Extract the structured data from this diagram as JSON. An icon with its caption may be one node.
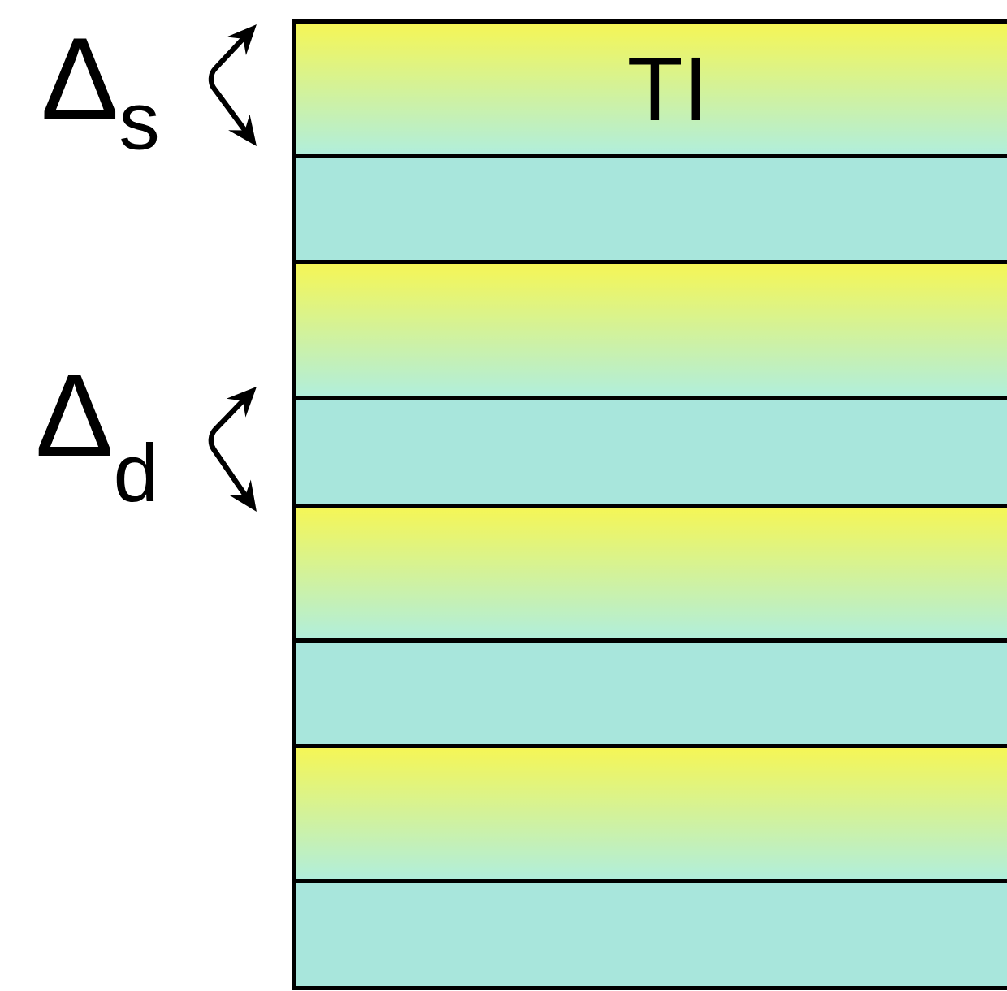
{
  "diagram": {
    "nodes": [
      {
        "text": [
          "TI"
        ]
      },
      {
        "text": [],
        "shape": "box"
      },
      {
        "text": [],
        "shape": "box"
      },
      {
        "text": [],
        "shape": "box"
      },
      {
        "text": [],
        "shape": "box"
      },
      {
        "text": [],
        "shape": "box"
      },
      {
        "text": [],
        "shape": "box"
      },
      {
        "text": [],
        "shape": "box"
      }
    ],
    "labels": [
      "Δ$_{s}$",
      "Δ$_{d}$"
    ]
  }
}
